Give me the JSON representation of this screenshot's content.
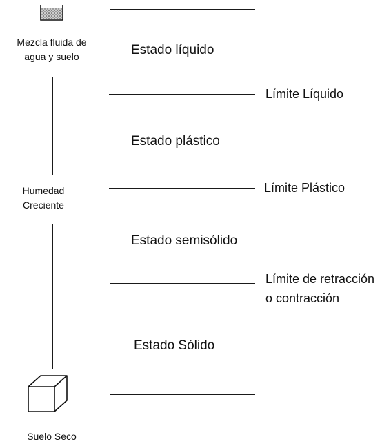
{
  "left_column": {
    "top_label_line1": "Mezcla fluida de",
    "top_label_line2": "agua y suelo",
    "middle_label_line1": "Humedad",
    "middle_label_line2": "Creciente",
    "bottom_label": "Suelo Seco"
  },
  "states": {
    "liquid": "Estado líquido",
    "plastic": "Estado plástico",
    "semisolid": "Estado semisólido",
    "solid": "Estado Sólido"
  },
  "limits": {
    "liquid": "Límite Líquido",
    "plastic": "Límite Plástico",
    "shrinkage_line1": "Límite de retracción",
    "shrinkage_line2": "o contracción"
  },
  "colors": {
    "line": "#1a1a1a",
    "text": "#111111"
  },
  "icons": {
    "top": "soil-water-mixture-icon",
    "bottom": "dry-soil-cube-icon"
  }
}
